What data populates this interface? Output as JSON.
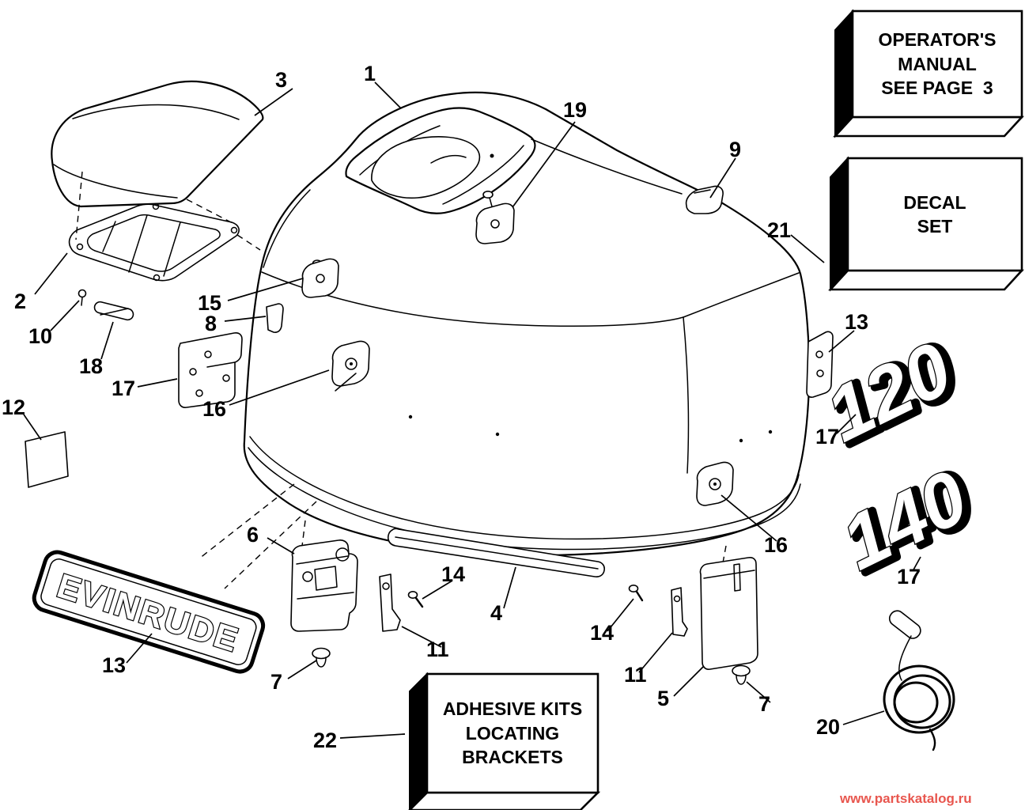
{
  "page": {
    "watermark": "www.partskatalog.ru"
  },
  "boxes": {
    "operators_manual": {
      "line1": "OPERATOR'S",
      "line2": "MANUAL",
      "line3": "SEE PAGE  3"
    },
    "decal_set": {
      "line1": "DECAL",
      "line2": "SET"
    },
    "adhesive_kits": {
      "line1": "ADHESIVE KITS",
      "line2": "LOCATING",
      "line3": "BRACKETS"
    }
  },
  "decals": {
    "brand": "EVINRUDE",
    "model_a": "120",
    "model_b": "140"
  },
  "labels": [
    {
      "text": "3"
    },
    {
      "text": "1"
    },
    {
      "text": "19"
    },
    {
      "text": "9"
    },
    {
      "text": "21"
    },
    {
      "text": "2"
    },
    {
      "text": "10"
    },
    {
      "text": "15"
    },
    {
      "text": "8"
    },
    {
      "text": "18"
    },
    {
      "text": "17"
    },
    {
      "text": "16"
    },
    {
      "text": "12"
    },
    {
      "text": "13"
    },
    {
      "text": "17"
    },
    {
      "text": "16"
    },
    {
      "text": "17"
    },
    {
      "text": "6"
    },
    {
      "text": "14"
    },
    {
      "text": "4"
    },
    {
      "text": "14"
    },
    {
      "text": "11"
    },
    {
      "text": "11"
    },
    {
      "text": "5"
    },
    {
      "text": "7"
    },
    {
      "text": "7"
    },
    {
      "text": "13"
    },
    {
      "text": "20"
    },
    {
      "text": "22"
    }
  ]
}
